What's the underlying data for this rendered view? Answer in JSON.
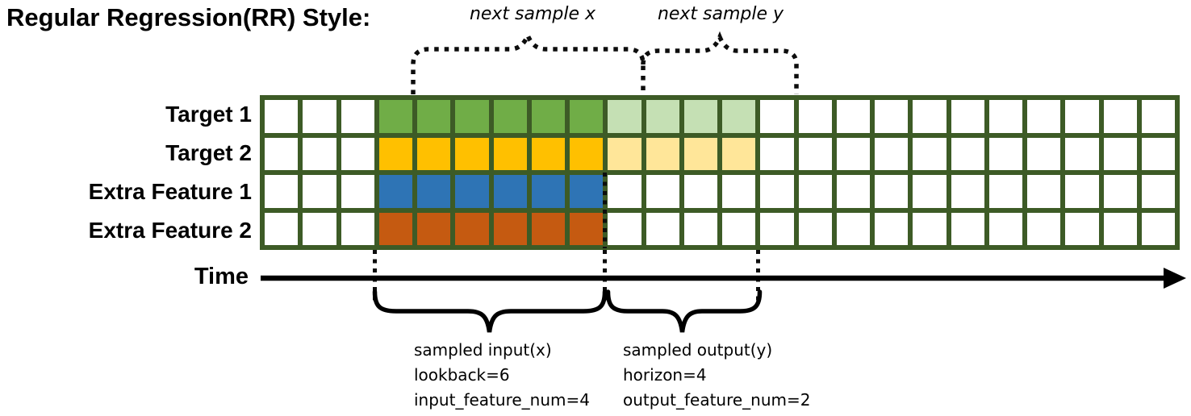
{
  "title": "Regular Regression(RR) Style:",
  "colors": {
    "grid_line": "#3d5b26",
    "cell_empty": "#ffffff",
    "target1_input": "#70AD47",
    "target1_output": "#C5E0B4",
    "target2_input": "#FFC000",
    "target2_output": "#FFE699",
    "extra1_input": "#2E74B5",
    "extra2_input": "#C55A11",
    "annotation": "#000000"
  },
  "grid": {
    "columns": 24,
    "rows": [
      {
        "label": "Target 1",
        "segments": [
          {
            "start": 3,
            "count": 6,
            "color": "#70AD47"
          },
          {
            "start": 9,
            "count": 4,
            "color": "#C5E0B4"
          }
        ]
      },
      {
        "label": "Target 2",
        "segments": [
          {
            "start": 3,
            "count": 6,
            "color": "#FFC000"
          },
          {
            "start": 9,
            "count": 4,
            "color": "#FFE699"
          }
        ]
      },
      {
        "label": "Extra Feature 1",
        "segments": [
          {
            "start": 3,
            "count": 6,
            "color": "#2E74B5"
          }
        ]
      },
      {
        "label": "Extra Feature 2",
        "segments": [
          {
            "start": 3,
            "count": 6,
            "color": "#C55A11"
          }
        ]
      }
    ]
  },
  "annotations": {
    "next_sample_x": "next sample x",
    "next_sample_y": "next sample y",
    "time_label": "Time",
    "input_block": {
      "lines": [
        "sampled input(x)",
        "lookback=6",
        "input_feature_num=4"
      ]
    },
    "output_block": {
      "lines": [
        "sampled output(y)",
        "horizon=4",
        "output_feature_num=2"
      ]
    }
  },
  "sample_windows": {
    "lookback": 6,
    "horizon": 4,
    "input_feature_num": 4,
    "output_feature_num": 2
  }
}
